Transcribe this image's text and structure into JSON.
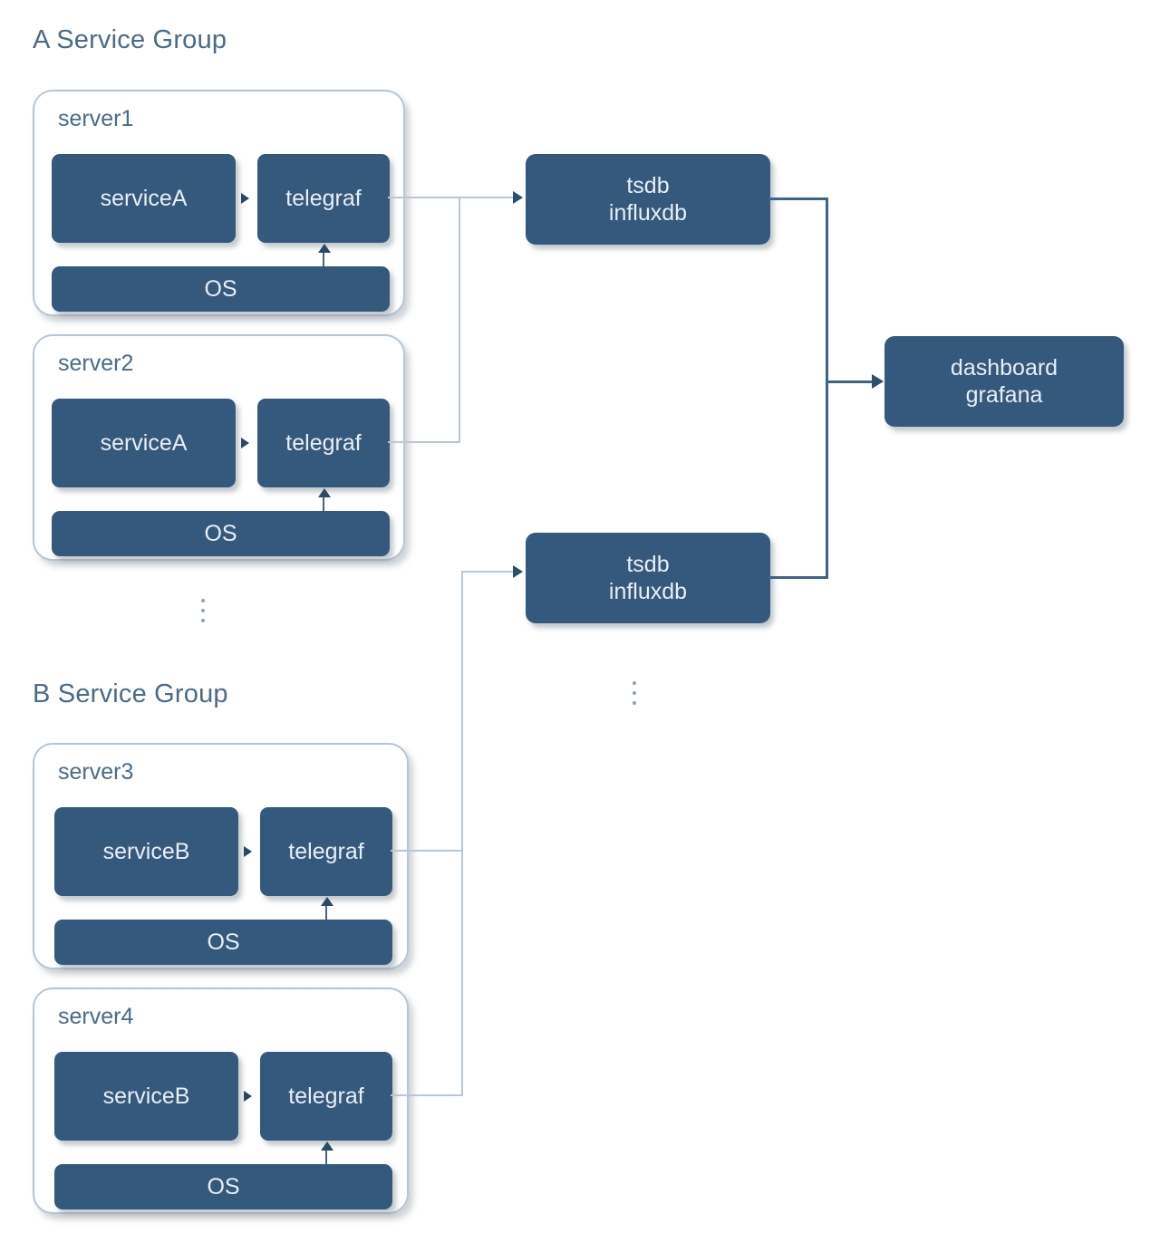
{
  "diagram": {
    "title_a": "A Service Group",
    "title_b": "B Service Group",
    "colors": {
      "block_fill": "#35597c",
      "block_text": "#e8eef4",
      "card_border": "#b6c6d6",
      "label_text": "#4a6b8a",
      "light_connector": "#b7c7d7",
      "dark_connector": "#3c6388",
      "background": "#ffffff"
    },
    "groups": [
      {
        "name": "A Service Group",
        "servers": [
          {
            "label": "server1",
            "service": "serviceA",
            "agent": "telegraf",
            "os": "OS"
          },
          {
            "label": "server2",
            "service": "serviceA",
            "agent": "telegraf",
            "os": "OS"
          }
        ],
        "more_indicator": "⋮"
      },
      {
        "name": "B Service Group",
        "servers": [
          {
            "label": "server3",
            "service": "serviceB",
            "agent": "telegraf",
            "os": "OS"
          },
          {
            "label": "server4",
            "service": "serviceB",
            "agent": "telegraf",
            "os": "OS"
          }
        ]
      }
    ],
    "datastores": [
      {
        "line1": "tsdb",
        "line2": "influxdb"
      },
      {
        "line1": "tsdb",
        "line2": "influxdb"
      }
    ],
    "datastore_more_indicator": "⋮",
    "dashboard": {
      "line1": "dashboard",
      "line2": "grafana"
    }
  }
}
